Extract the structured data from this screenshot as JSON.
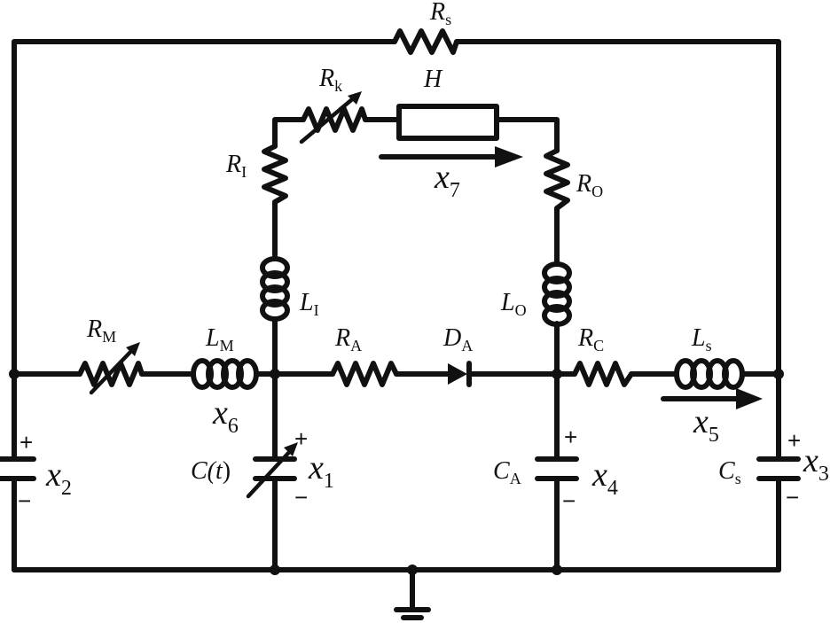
{
  "colors": {
    "ink": "#111111",
    "background": "#ffffff"
  },
  "labels": {
    "Rs": {
      "main": "R",
      "sub": "s"
    },
    "H": {
      "main": "H"
    },
    "Rk": {
      "main": "R",
      "sub": "k"
    },
    "RI": {
      "main": "R",
      "sub": "I"
    },
    "RO": {
      "main": "R",
      "sub": "O"
    },
    "x7": {
      "main": "x",
      "sub": "7"
    },
    "LI": {
      "main": "L",
      "sub": "I"
    },
    "LO": {
      "main": "L",
      "sub": "O"
    },
    "RM": {
      "main": "R",
      "sub": "M"
    },
    "LM": {
      "main": "L",
      "sub": "M"
    },
    "RA": {
      "main": "R",
      "sub": "A"
    },
    "DA": {
      "main": "D",
      "sub": "A"
    },
    "RC": {
      "main": "R",
      "sub": "C"
    },
    "Ls": {
      "main": "L",
      "sub": "s"
    },
    "x6": {
      "main": "x",
      "sub": "6"
    },
    "x5": {
      "main": "x",
      "sub": "5"
    },
    "x2": {
      "main": "x",
      "sub": "2"
    },
    "x1": {
      "main": "x",
      "sub": "1"
    },
    "x4": {
      "main": "x",
      "sub": "4"
    },
    "x3": {
      "main": "x",
      "sub": "3"
    },
    "Ct": {
      "main": "C(",
      "arg": "t",
      "close": ")"
    },
    "CA": {
      "main": "C",
      "sub": "A"
    },
    "Cs": {
      "main": "C",
      "sub": "s"
    }
  },
  "signs": {
    "plus": "+",
    "minus": "−"
  }
}
